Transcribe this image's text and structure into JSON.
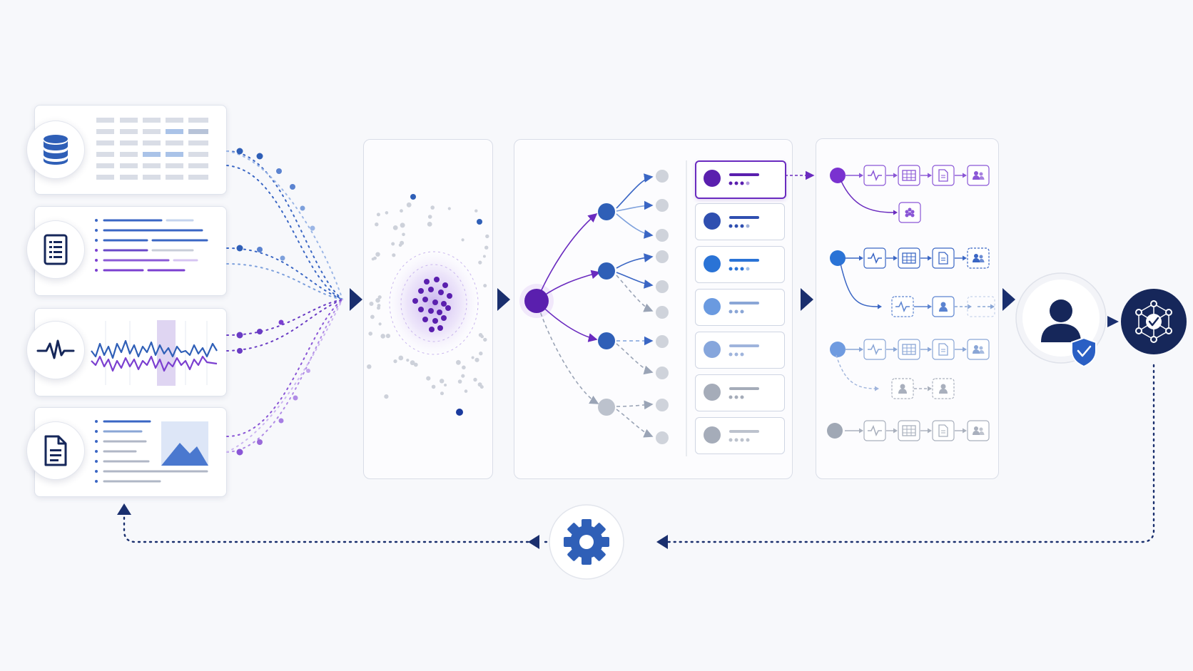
{
  "colors": {
    "navy": "#16275a",
    "blue": "#3a66c4",
    "bright_blue": "#2a73d6",
    "purple": "#6a2bbf",
    "light_purple": "#a77ee3",
    "gray": "#a9b0bd",
    "arrow": "#1a2f6e",
    "background": "#f7f8fb"
  },
  "sources": [
    {
      "name": "database",
      "icon": "database-icon",
      "preview": "table-grid"
    },
    {
      "name": "documents",
      "icon": "document-list-icon",
      "preview": "text-lines"
    },
    {
      "name": "signals",
      "icon": "waveform-icon",
      "preview": "line-chart"
    },
    {
      "name": "files",
      "icon": "file-icon",
      "preview": "text-with-image"
    }
  ],
  "stages": [
    {
      "name": "clustering",
      "icon": "cluster-icon"
    },
    {
      "name": "branching",
      "icon": "tree-icon"
    },
    {
      "name": "workflows",
      "icon": "pipeline-icon"
    }
  ],
  "workflow_step_icons": [
    "waveform-icon",
    "table-icon",
    "document-icon",
    "users-icon"
  ],
  "outputs": {
    "review": "user-shield-icon",
    "network": "network-check-icon"
  },
  "feedback": {
    "icon": "gear-icon"
  }
}
